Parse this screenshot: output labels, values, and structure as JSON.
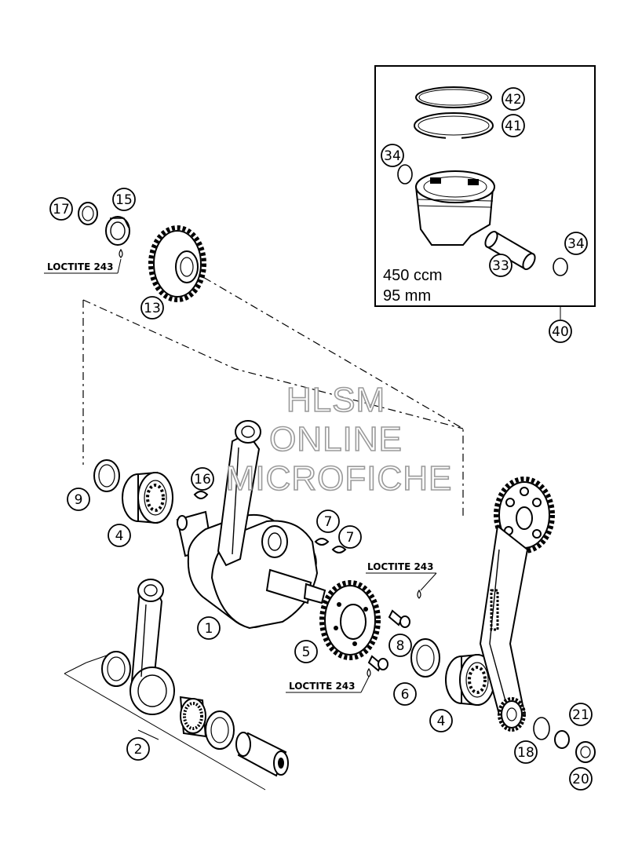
{
  "watermark": {
    "line1": "HLSM",
    "line2": "ONLINE",
    "line3": "MICROFICHE"
  },
  "piston_kit": {
    "spec_displacement": "450 ccm",
    "spec_bore": "95 mm"
  },
  "loctite": {
    "label_top_left": "LOCTITE 243",
    "label_right": "LOCTITE 243",
    "label_bottom": "LOCTITE 243"
  },
  "callouts": {
    "c1": "1",
    "c2": "2",
    "c4a": "4",
    "c4b": "4",
    "c5": "5",
    "c6": "6",
    "c7a": "7",
    "c7b": "7",
    "c8": "8",
    "c9": "9",
    "c13": "13",
    "c15": "15",
    "c16": "16",
    "c17": "17",
    "c18": "18",
    "c20": "20",
    "c21": "21",
    "c33": "33",
    "c34a": "34",
    "c34b": "34",
    "c40": "40",
    "c41": "41",
    "c42": "42"
  }
}
